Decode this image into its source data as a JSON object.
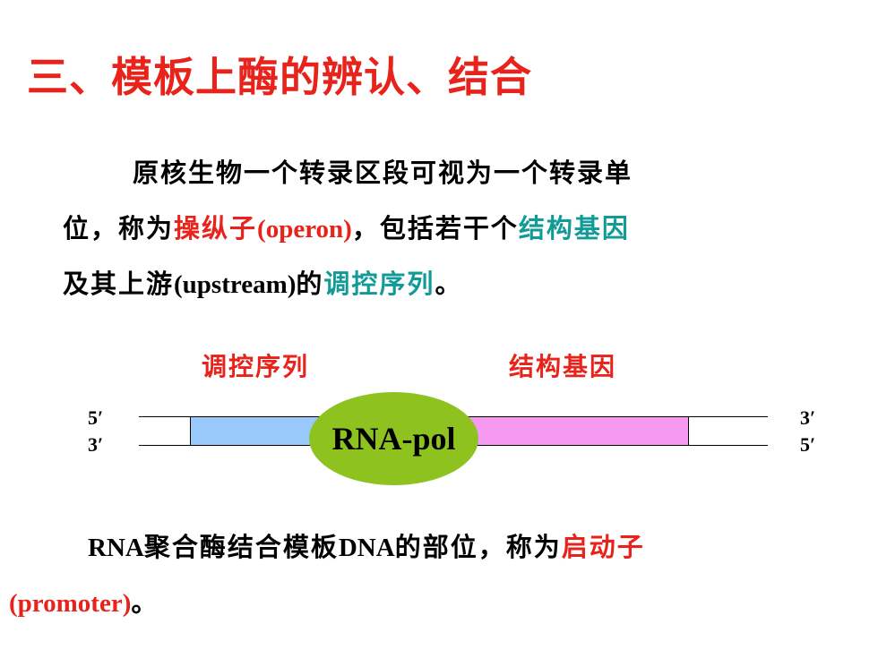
{
  "slide": {
    "title": "三、模板上酶的辨认、结合"
  },
  "paragraph1": {
    "line1": "原核生物一个转录区段可视为一个转录单",
    "line2_a": "位，称为",
    "line2_red": "操纵子",
    "line2_red_latin": "(operon)",
    "line2_b": "，包括若干个",
    "line2_teal": "结构基因",
    "line3_a": "及其上游",
    "line3_latin": "(upstream)",
    "line3_b": "的",
    "line3_teal": "调控序列",
    "line3_c": "。"
  },
  "diagram": {
    "label_left": "调控序列",
    "label_right": "结构基因",
    "top_left_end": "5′",
    "bottom_left_end": "3′",
    "top_right_end": "3′",
    "bottom_right_end": "5′",
    "enzyme_label": "RNA-pol",
    "colors": {
      "regulatory": "#99c9fa",
      "structural": "#f59af0",
      "enzyme": "#8ec31f"
    }
  },
  "paragraph2": {
    "line1_latin_a": "RNA",
    "line1_a": "聚合酶结合模板",
    "line1_latin_b": "DNA",
    "line1_b": "的部位，称为",
    "line1_red": "启动子",
    "line2_red_latin": "(promoter)",
    "line2_end": "。"
  }
}
